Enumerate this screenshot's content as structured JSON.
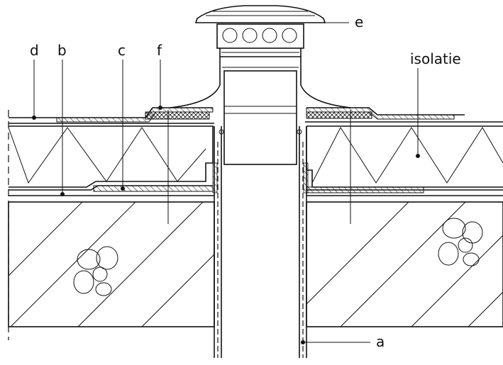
{
  "labels": {
    "a": "a",
    "b": "b",
    "c": "c",
    "d": "d",
    "e": "e",
    "f": "f",
    "isolatie": "isolatie"
  },
  "colors": {
    "line": "#111111",
    "background": "#ffffff"
  }
}
